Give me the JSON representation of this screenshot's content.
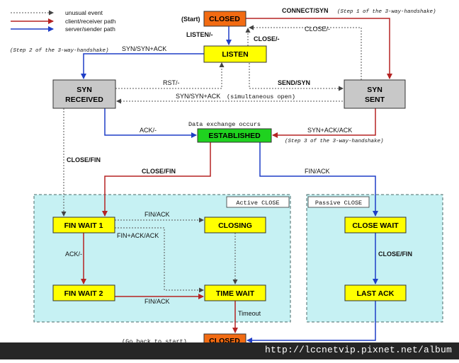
{
  "legend": {
    "unusual_event": "unusual event",
    "client_path": "client/receiver path",
    "server_path": "server/sender path"
  },
  "colors": {
    "client": "#b52323",
    "server": "#1f3ec7",
    "unusual": "#555555",
    "closed_fill": "#f26b12",
    "state_fill": "#ffff00",
    "established_fill": "#1fd21f",
    "syn_fill": "#c8c8c8",
    "region_fill": "#c6f1f3"
  },
  "states": {
    "closed_top": "CLOSED",
    "listen": "LISTEN",
    "syn_received": [
      "SYN",
      "RECEIVED"
    ],
    "syn_sent": [
      "SYN",
      "SENT"
    ],
    "established": "ESTABLISHED",
    "fin_wait_1": "FIN WAIT 1",
    "fin_wait_2": "FIN WAIT 2",
    "closing": "CLOSING",
    "time_wait": "TIME WAIT",
    "close_wait": "CLOSE WAIT",
    "last_ack": "LAST ACK",
    "closed_bottom": "CLOSED"
  },
  "regions": {
    "active": "Active CLOSE",
    "passive": "Passive CLOSE"
  },
  "labels": {
    "start": "(Start)",
    "connect_syn": "CONNECT/SYN",
    "step1": "(Step 1 of the 3-way-handshake)",
    "listen_slash": "LISTEN/-",
    "close_slash_top": "CLOSE/-",
    "close_slash_right": "CLOSE/-",
    "step2": "(Step 2 of the 3-way-handshake)",
    "syn_synack": "SYN/SYN+ACK",
    "rst": "RST/-",
    "send_syn": "SEND/SYN",
    "syn_synack_simul": "SYN/SYN+ACK",
    "simultaneous": "(simultaneous open)",
    "data_exchange": "Data exchange occurs",
    "ack_dash": "ACK/-",
    "synack_ack": "SYN+ACK/ACK",
    "step3": "(Step 3 of the 3-way-handshake)",
    "close_fin_left": "CLOSE/FIN",
    "close_fin_mid": "CLOSE/FIN",
    "fin_ack_right": "FIN/ACK",
    "fin_ack_closing": "FIN/ACK",
    "finack_ack": "FIN+ACK/ACK",
    "ack_dash_fw": "ACK/-",
    "fin_ack_fw2": "FIN/ACK",
    "close_fin_passive": "CLOSE/FIN",
    "timeout": "Timeout",
    "go_back": "(Go back to start)"
  },
  "footer": {
    "url": "http://lccnetvip.pixnet.net/album"
  }
}
